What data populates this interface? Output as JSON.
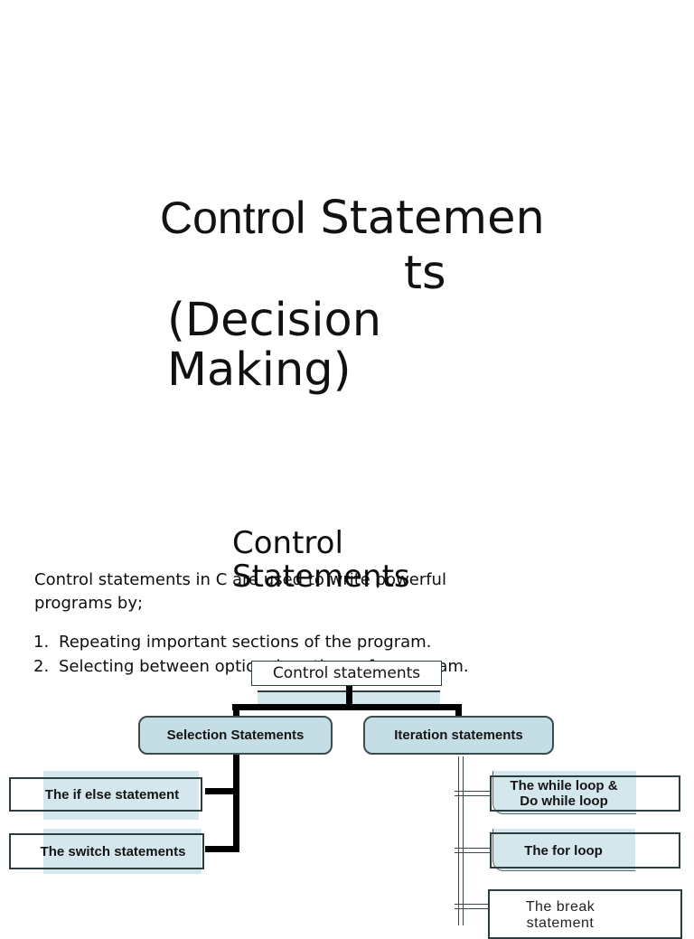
{
  "title": {
    "word1": "Control",
    "word2": "Statemen",
    "line2": "ts",
    "line3": "(Decision",
    "line4": "Making)"
  },
  "section": {
    "heading_line1": "Control",
    "heading_line2": "Statements",
    "body_line1": "Control statements in C are used to write powerful",
    "body_line2": "programs by;",
    "list": [
      {
        "num": "1.",
        "text": "Repeating important sections of the program."
      },
      {
        "num": "2.",
        "text": "Selecting between optional sections of a program."
      }
    ]
  },
  "diagram": {
    "root": "Control statements",
    "selection": "Selection Statements",
    "iteration": "Iteration statements",
    "if_else": "The if else statement",
    "switch": "The switch statements",
    "while_line1": "The while loop &",
    "while_line2": "Do while loop",
    "for": "The for loop",
    "break_line1": "The break",
    "break_line2": "statement"
  },
  "colors": {
    "page_background": "#ffffff",
    "box_fill": "#c5dee6",
    "highlight_band": "#d3e7ec",
    "box_border": "#3e4b4e",
    "thin_border": "#2e3d40",
    "connector_thick": "#000000",
    "connector_double": "#3a4749",
    "text": "#111111"
  }
}
